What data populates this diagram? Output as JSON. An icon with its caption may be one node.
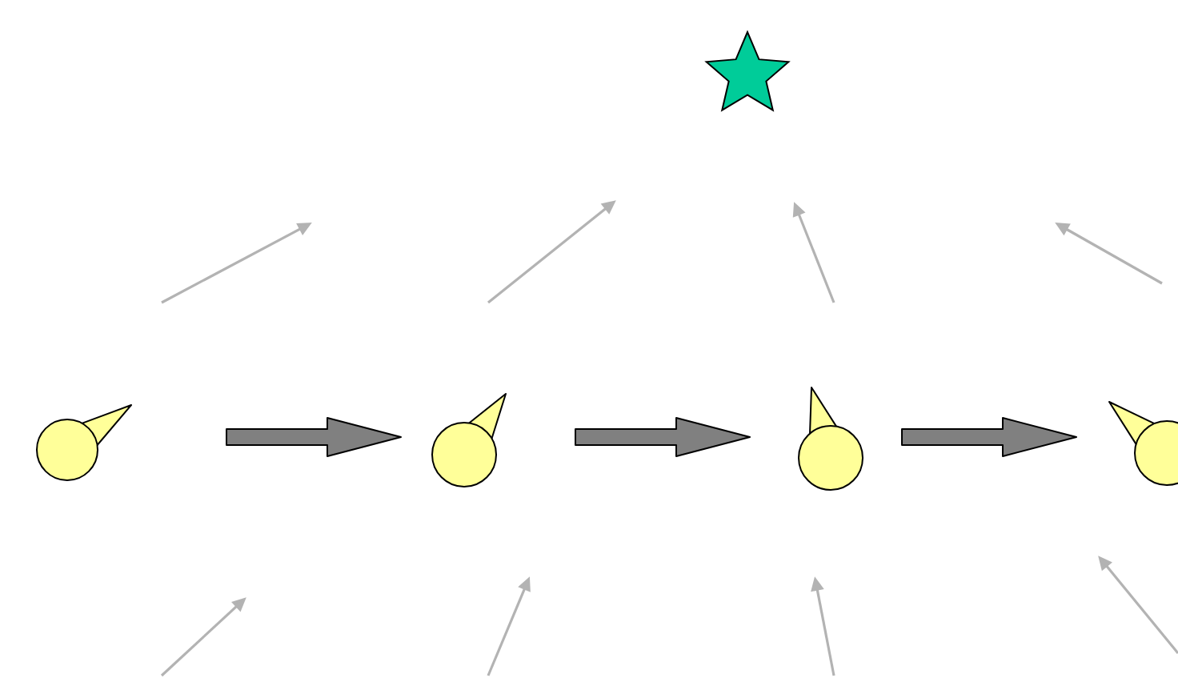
{
  "diagram": {
    "nodes": [
      {
        "text": [],
        "shape": "star"
      },
      {
        "text": [],
        "shape": "circle"
      },
      {
        "text": [],
        "shape": "circle"
      },
      {
        "text": [],
        "shape": "circle"
      },
      {
        "text": [],
        "shape": "circle"
      }
    ],
    "edges": [
      {
        "from": 1,
        "to": 2,
        "arrow": "to"
      },
      {
        "from": 2,
        "to": 3,
        "arrow": "to"
      },
      {
        "from": 3,
        "to": 4,
        "arrow": "to"
      }
    ]
  }
}
